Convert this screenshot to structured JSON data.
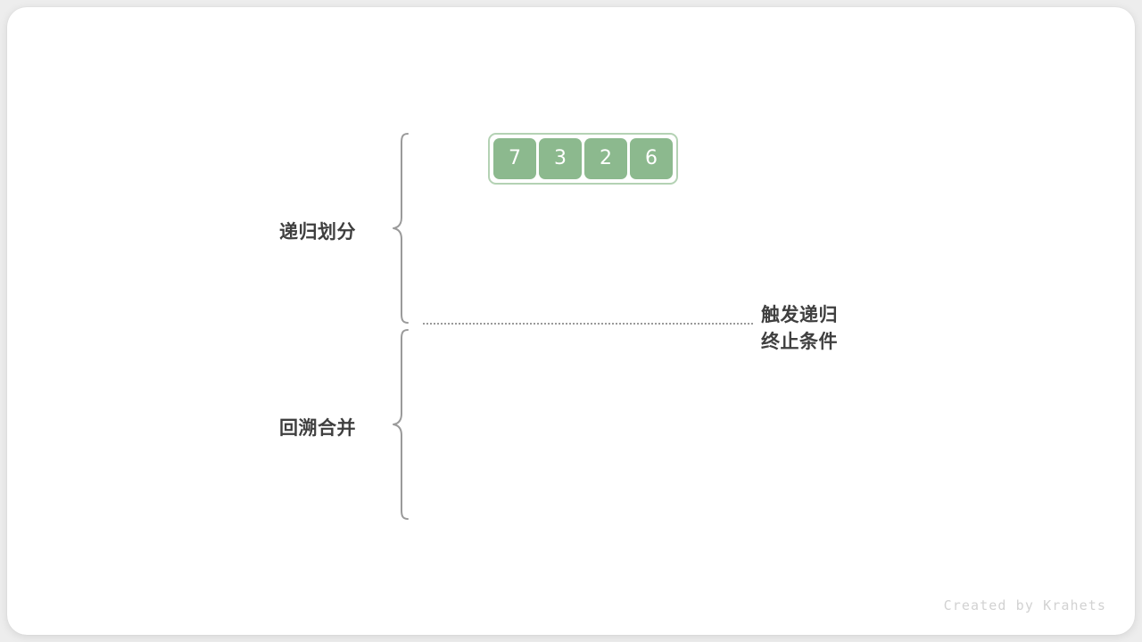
{
  "figure": {
    "array": {
      "values": [
        "7",
        "3",
        "2",
        "6"
      ],
      "cell_color": "#8cb98e",
      "container_border_color": "#b4d2b4",
      "value_text_color": "#ffffff"
    },
    "phases": [
      {
        "id": "divide",
        "label": "递归划分"
      },
      {
        "id": "merge",
        "label": "回溯合并"
      }
    ],
    "annotation": {
      "line1": "触发递归",
      "line2": "终止条件"
    },
    "divider": {
      "style": "dotted",
      "color": "#9a9a9a"
    },
    "brace_color": "#9a9a9a",
    "label_text_color": "#3f3f3f"
  },
  "credit": {
    "text": "Created by Krahets",
    "color": "#d2d2d2"
  },
  "canvas": {
    "background": "#ededed",
    "card_background": "#ffffff"
  }
}
